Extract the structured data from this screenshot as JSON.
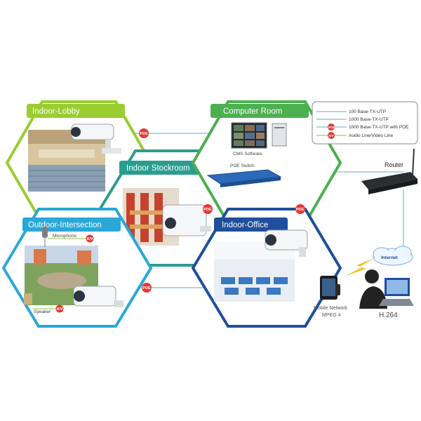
{
  "zones": {
    "lobby": {
      "title": "Indoor-Lobby",
      "color": "#9acd32"
    },
    "stockroom": {
      "title": "Indoor Stockroom",
      "color": "#2a9d8f"
    },
    "intersection": {
      "title": "Outdoor-Intersection",
      "color": "#2aa7d8"
    },
    "computer": {
      "title": "Computer Room",
      "color": "#4caf50"
    },
    "office": {
      "title": "Indoor-Office",
      "color": "#1f4e9c"
    }
  },
  "labels": {
    "cms_software": "CMS Software",
    "poe_switch": "POE Switch",
    "microphone": "Microphone",
    "speaker": "Speaker",
    "router": "Router",
    "internet": "Internet",
    "mobile_network": "Mobile Network",
    "mpeg4": "MPEG 4",
    "h264": "H.264",
    "poe": "POE",
    "av": "A/V"
  },
  "legend": [
    {
      "label": "100 Base-TX-UTP",
      "color": "#5fa8d8",
      "badge": ""
    },
    {
      "label": "1000 Base-TX-UTP",
      "color": "#5fa8d8",
      "badge": ""
    },
    {
      "label": "1000 Base-TX-UTP with POE",
      "color": "#5fa8d8",
      "badge": "POE"
    },
    {
      "label": "Audio Line/Video Line",
      "color": "#8bc34a",
      "badge": "A/V"
    }
  ],
  "colors": {
    "poe_badge": "#e53935",
    "cable": "#5fa8d8",
    "av_line": "#8bc34a"
  }
}
